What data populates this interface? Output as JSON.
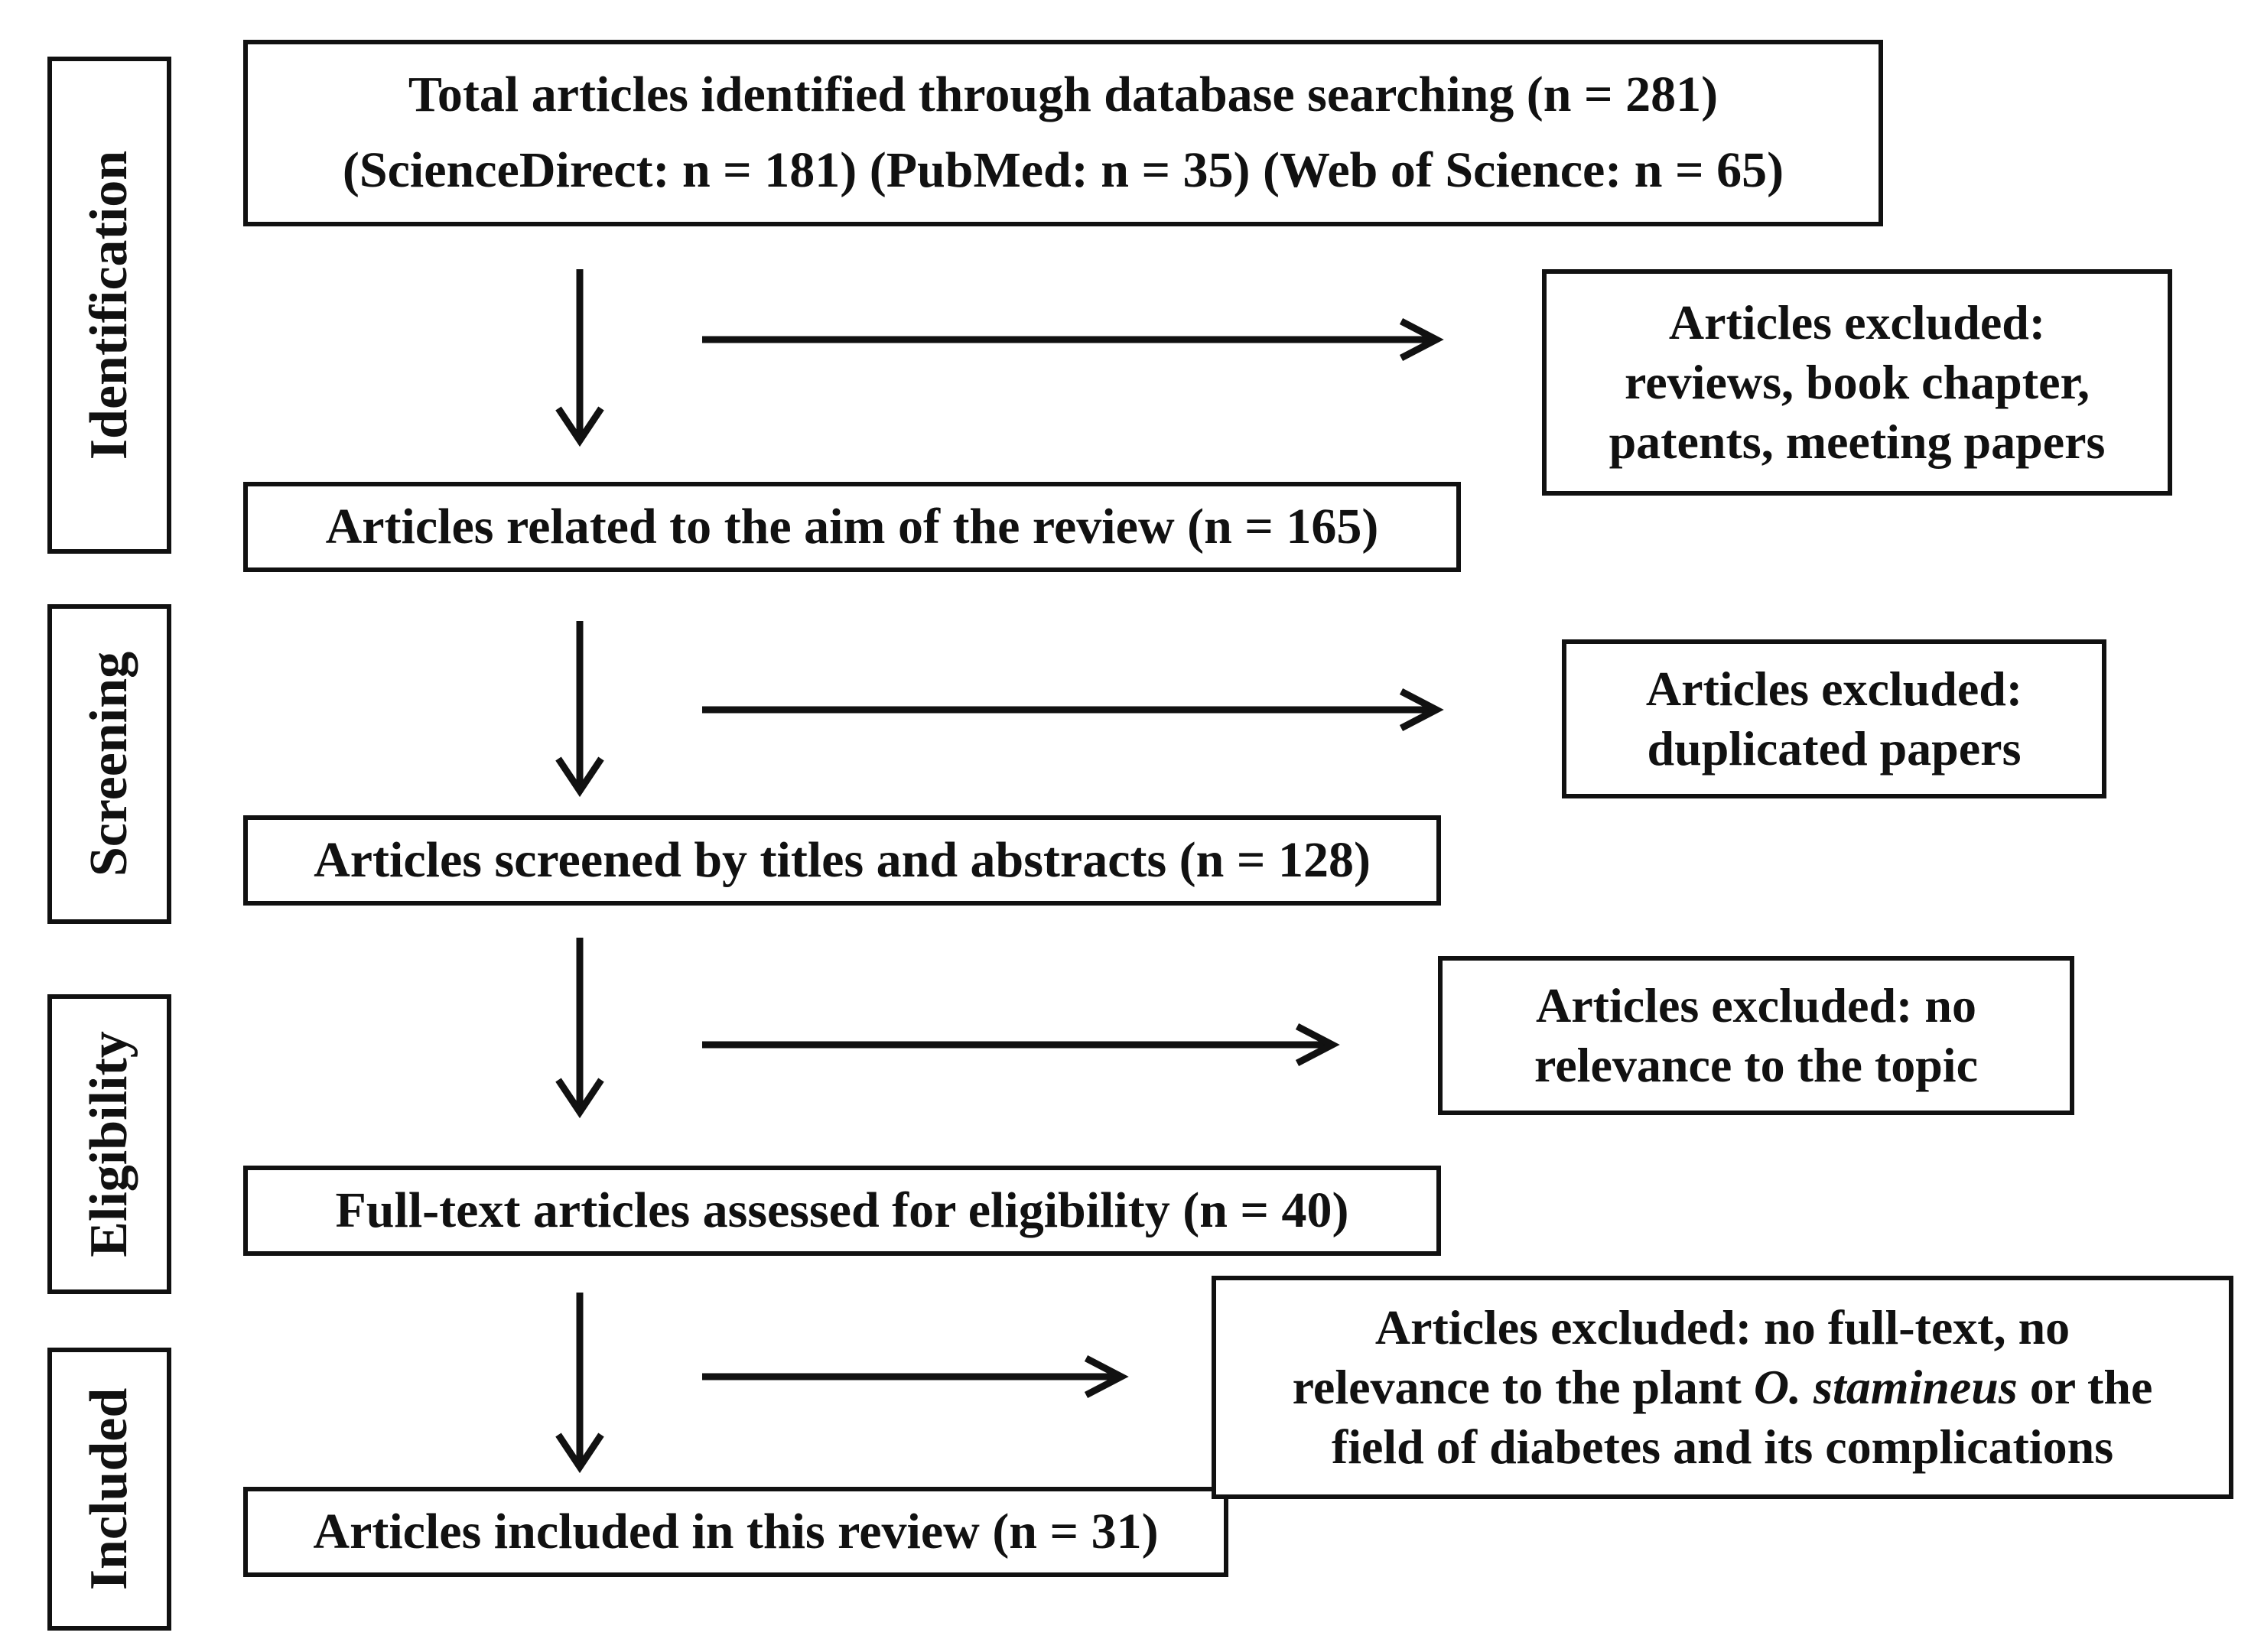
{
  "stages": [
    {
      "label": "Identification"
    },
    {
      "label": "Screening"
    },
    {
      "label": "Eligibility"
    },
    {
      "label": "Included"
    }
  ],
  "flow": {
    "total": {
      "line1": "Total articles identified through database searching (n = 281)",
      "line2": "(ScienceDirect: n = 181) (PubMed: n = 35) (Web of Science: n = 65)"
    },
    "related": "Articles related to the aim of the review (n = 165)",
    "screened": "Articles screened by titles and abstracts (n = 128)",
    "fulltext": "Full-text articles assessed for eligibility (n = 40)",
    "included": "Articles included in this review (n = 31)"
  },
  "exclusions": {
    "e1": {
      "lines": [
        "Articles excluded:",
        "reviews, book chapter,",
        "patents, meeting papers"
      ]
    },
    "e2": {
      "lines": [
        "Articles excluded:",
        "duplicated papers"
      ]
    },
    "e3": {
      "lines": [
        "Articles excluded: no",
        "relevance to the topic"
      ]
    },
    "e4": {
      "line1": "Articles excluded: no full-text, no",
      "line2_pre": "relevance to the plant ",
      "line2_species": "O. stamineus",
      "line2_post": " or the",
      "line3": "field of diabetes and its complications"
    }
  }
}
